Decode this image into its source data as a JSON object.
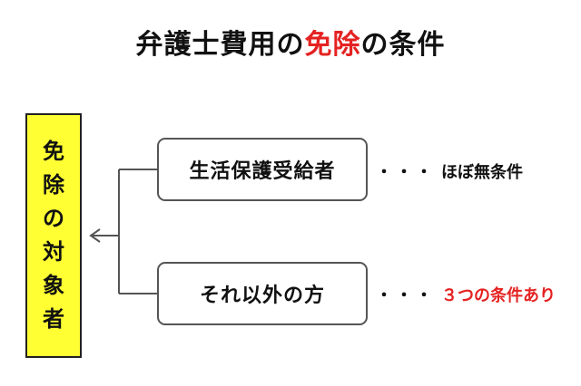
{
  "title": {
    "part1": "弁護士費用の",
    "highlight": "免除",
    "part2": "の条件",
    "highlight_color": "#e52222"
  },
  "target": {
    "chars": [
      "免",
      "除",
      "の",
      "対",
      "象",
      "者"
    ],
    "background_color": "#ffff33"
  },
  "categories": [
    {
      "label": "生活保護受給者",
      "note_dots": "・・・",
      "note": "ほぼ無条件"
    },
    {
      "label": "それ以外の方",
      "note_dots": "・・・",
      "note": "３つの条件あり",
      "note_color": "#e52222"
    }
  ]
}
